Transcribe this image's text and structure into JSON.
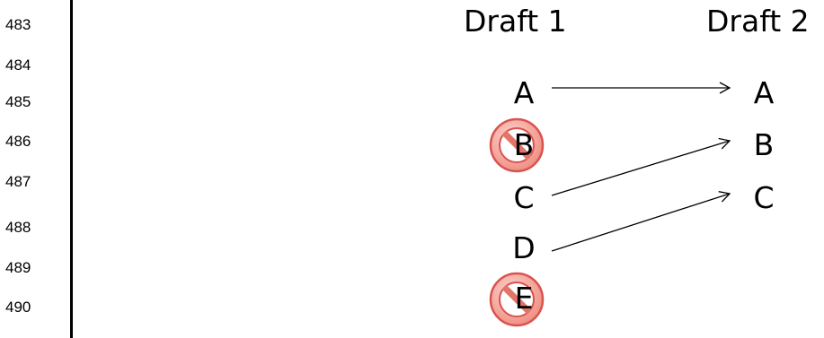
{
  "line_numbers": [
    "483",
    "484",
    "485",
    "486",
    "487",
    "488",
    "489",
    "490"
  ],
  "draft1": {
    "title": "Draft 1",
    "items": [
      "A",
      "B",
      "C",
      "D",
      "E"
    ],
    "removed": [
      "B",
      "E"
    ]
  },
  "draft2": {
    "title": "Draft 2",
    "items": [
      "A",
      "B",
      "C"
    ]
  },
  "mappings": [
    {
      "from": "A",
      "to": "A"
    },
    {
      "from": "C",
      "to": "B"
    },
    {
      "from": "D",
      "to": "C"
    }
  ],
  "colors": {
    "ban_fill": "#f2a39a",
    "ban_stroke": "#d9534f",
    "text": "#000000"
  },
  "icons": {
    "removed_marker": "prohibited-icon"
  }
}
